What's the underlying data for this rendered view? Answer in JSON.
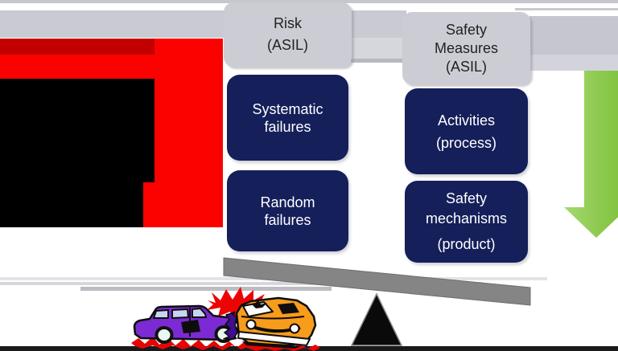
{
  "slide": {
    "columns": [
      {
        "id": "risk",
        "header_lines": [
          "Risk",
          "(ASIL)"
        ],
        "boxes": [
          {
            "lines": [
              "Systematic",
              "failures"
            ]
          },
          {
            "lines": [
              "Random",
              "failures"
            ]
          }
        ]
      },
      {
        "id": "safety-measures",
        "header_lines": [
          "Safety",
          "Measures",
          "(ASIL)"
        ],
        "boxes": [
          {
            "lines": [
              "Activities",
              "(process)"
            ]
          },
          {
            "lines": [
              "Safety",
              "mechanisms",
              "(product)"
            ]
          }
        ]
      }
    ],
    "icons": [
      "red-down-arrow-icon",
      "green-down-arrow-icon",
      "black-redaction-box",
      "seesaw-beam",
      "fulcrum-triangle",
      "car-crash-illustration"
    ],
    "colors": {
      "navy_box": "#151f5a",
      "box_text": "#ffffff",
      "header_fill": "#cccdd4",
      "header_text": "#222222",
      "red_arrow": "#fb0200",
      "red_arrow_dark": "#c30000",
      "green_arrow": "#8ec94f",
      "beam_gray": "#858585",
      "ground_bar": "#191919",
      "purple_car": "#7b2ad4",
      "orange_car": "#f79c1b",
      "crash_red": "#ec0404"
    }
  }
}
